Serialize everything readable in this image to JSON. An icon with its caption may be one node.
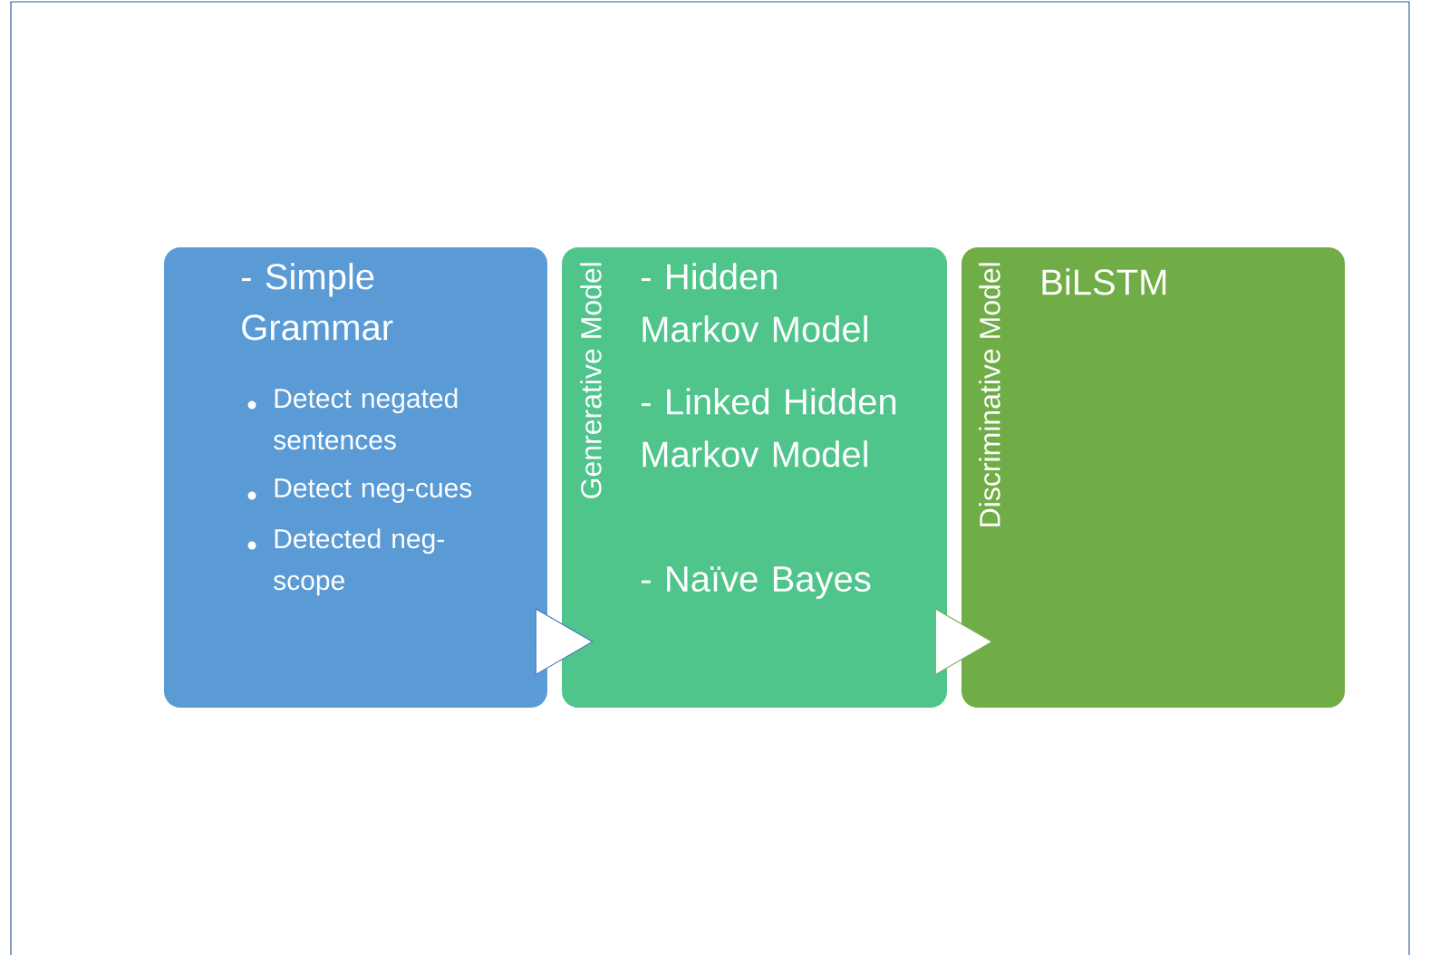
{
  "diagram": {
    "nodes": [
      {
        "text": [
          "- Simple Grammar",
          "Detect negated sentences",
          "Detect neg-cues",
          "Detected neg-scope"
        ]
      },
      {
        "text": [
          "Genrerative Model",
          "- Hidden Markov Model",
          "- Linked Hidden Markov Model",
          "- Naïve Bayes"
        ]
      },
      {
        "text": [
          "Discriminative Model",
          "BiLSTM"
        ]
      }
    ],
    "edges": [
      {
        "from": 0,
        "to": 1,
        "arrow": "to"
      },
      {
        "from": 1,
        "to": 2,
        "arrow": "to",
        "color": "#70ad47"
      }
    ]
  }
}
